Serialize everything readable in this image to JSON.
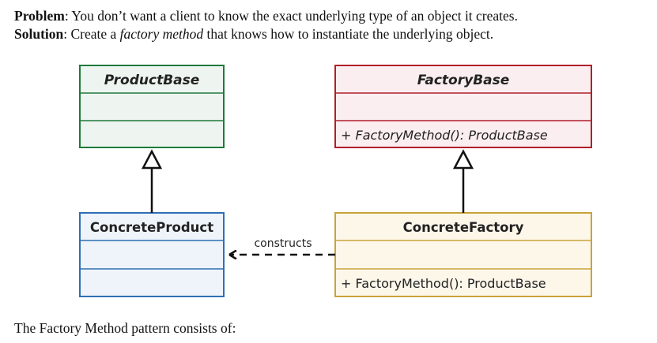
{
  "problem_label": "Problem",
  "problem_text": ": You don’t want a client to know the exact underlying type of an object it creates.",
  "solution_label": "Solution",
  "solution_text_before": ": Create a ",
  "solution_emphasis": "factory method",
  "solution_text_after": " that knows how to instantiate the underlying object.",
  "footer_text": "The Factory Method pattern consists of:",
  "diagram": {
    "product_base": {
      "name": "ProductBase",
      "border_color": "#1e7a3a",
      "fill_color": "#eef5f1",
      "methods": ""
    },
    "factory_base": {
      "name": "FactoryBase",
      "border_color": "#b01e2a",
      "fill_color": "#fbeef0",
      "methods": "+ FactoryMethod(): ProductBase"
    },
    "concrete_product": {
      "name": "ConcreteProduct",
      "border_color": "#2f6fb3",
      "fill_color": "#eef4fa",
      "methods": ""
    },
    "concrete_factory": {
      "name": "ConcreteFactory",
      "border_color": "#c9a33a",
      "fill_color": "#fdf7ea",
      "methods": "+ FactoryMethod(): ProductBase"
    },
    "dependency_label": "constructs"
  }
}
